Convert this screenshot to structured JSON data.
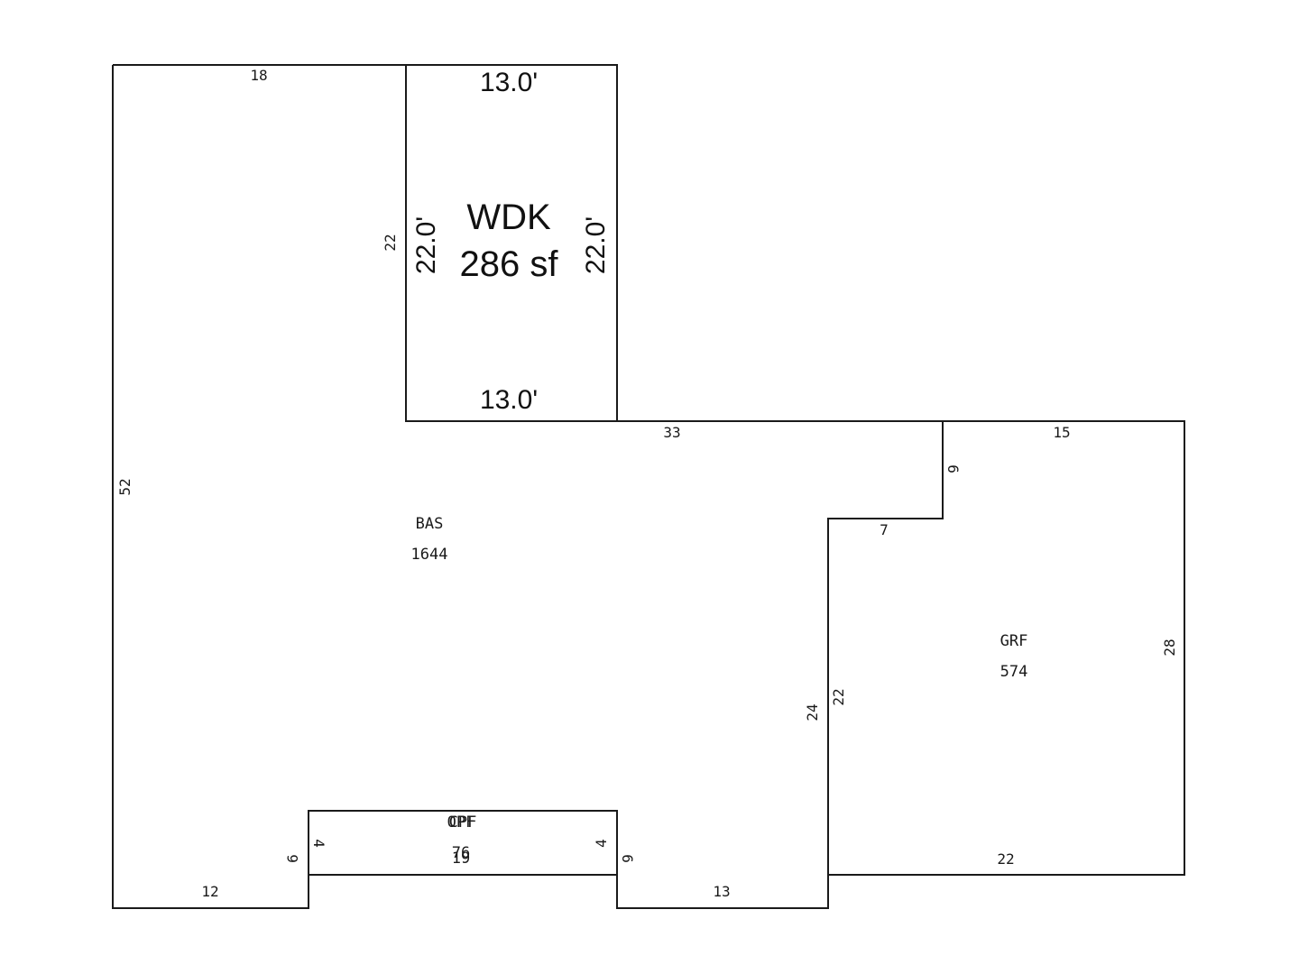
{
  "diagram": {
    "areas": {
      "bas": {
        "code": "BAS",
        "area": "1644"
      },
      "grf": {
        "code": "GRF",
        "area": "574"
      },
      "wdk": {
        "code": "WDK",
        "area": "286 sf"
      },
      "opf": {
        "code": "OPF",
        "area": "76"
      },
      "overlap_code": "CPF",
      "overlap_dim": "19"
    },
    "dimensions": {
      "bas_top": "18",
      "bas_left": "52",
      "wdk_left_small": "22",
      "bas_step_top": "33",
      "grf_top": "15",
      "grf_step": "6",
      "grf_step_horizontal": "7",
      "grf_right": "28",
      "grf_inner_22": "22",
      "bas_inner_24": "24",
      "grf_bottom": "22",
      "bas_bottom_left": "12",
      "bas_bottom_right": "13",
      "porch_left_6": "6",
      "porch_left_4": "4",
      "porch_right_4": "4",
      "porch_right_6": "6",
      "wdk_top": "13.0'",
      "wdk_bottom": "13.0'",
      "wdk_left": "22.0'",
      "wdk_right": "22.0'"
    }
  }
}
